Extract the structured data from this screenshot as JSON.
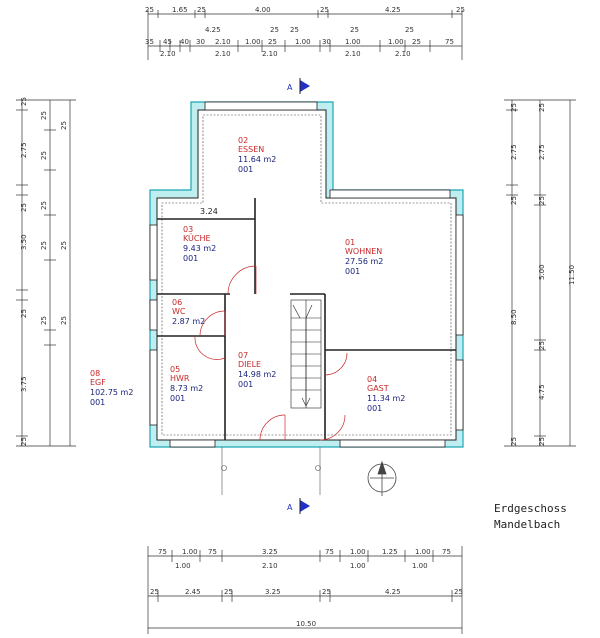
{
  "title": {
    "line1": "Erdgeschoss",
    "line2": "Mandelbach"
  },
  "section_marker": "A",
  "rooms": [
    {
      "no": "02",
      "name": "ESSEN",
      "area": "11.64 m2",
      "code": "001"
    },
    {
      "no": "03",
      "name": "KÜCHE",
      "area": "9.43 m2",
      "code": "001"
    },
    {
      "no": "01",
      "name": "WOHNEN",
      "area": "27.56 m2",
      "code": "001"
    },
    {
      "no": "06",
      "name": "WC",
      "area": "2.87 m2",
      "code": "001"
    },
    {
      "no": "07",
      "name": "DIELE",
      "area": "14.98 m2",
      "code": "001"
    },
    {
      "no": "05",
      "name": "HWR",
      "area": "8.73 m2",
      "code": "001"
    },
    {
      "no": "04",
      "name": "GAST",
      "area": "11.34 m2",
      "code": "001"
    }
  ],
  "floor_total": {
    "no": "08",
    "name": "EGF",
    "area": "102.75 m2",
    "code": "001"
  },
  "inner_dim": "3.24",
  "dims_top_1": [
    "25",
    "1.65",
    "25",
    "4.00",
    "25",
    "4.25",
    "25"
  ],
  "dims_top_2": [
    "35",
    "45",
    "40",
    "30",
    "2.10",
    "1.00",
    "25",
    "2.10",
    "1.00",
    "25",
    "2.10",
    "1.00",
    "25",
    "2.10",
    "1.00",
    "75"
  ],
  "dims_bottom_1": [
    "75",
    "1.00",
    "75",
    "3.25",
    "75",
    "1.00",
    "1.25",
    "1.00",
    "75"
  ],
  "dims_bottom_2": [
    "25",
    "2.45",
    "25",
    "3.25",
    "25",
    "4.25",
    "25"
  ],
  "dims_bottom_total": "10.50",
  "dims_left_1": [
    "25",
    "2.75",
    "25",
    "3.50",
    "25",
    "3.75",
    "25"
  ],
  "dims_right_1": [
    "25",
    "2.75",
    "25",
    "5.00",
    "25",
    "4.75",
    "25"
  ],
  "dims_right_total_1": "8.50",
  "dims_right_total_2": "11.50"
}
